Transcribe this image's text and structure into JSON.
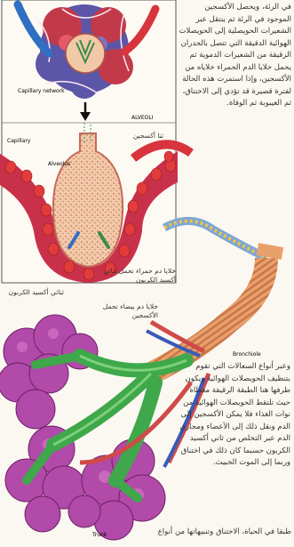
{
  "labels": {
    "capillary_network": "Capillary network",
    "alveoli_heading": "ALVEOLI",
    "capillary": "Capillary",
    "alveolus": "Alveolus",
    "bronchiole": "Bronchiole",
    "trunk": "Trunk",
    "oxygen": "ثنا أكسجين",
    "red_cells": "خلايا دم حمراء تحمل ثنائي أكسيد الكربون",
    "co2_out": "ثنائي أكسيد الكربون",
    "white_cells": "خلايا دم بيضاء تحمل الأكسجين"
  },
  "paragraphs": [
    "في الرئة، ويحصل الأكسجين الموجود في الرئة ثم ينتقل عبر الشعيرات الحويصلية إلى الحويصلات الهوائية الدقيقة التي تتصل بالجدران الرقيقة من الشعيرات الدموية ثم يحمل خلايا الدم الحمراء خلاياه من الأكسجين، وإذا استمرت هذه الحالة لفترة قصيرة قد تؤدي إلى الاختناق، ثم الغيبوبة ثم الوفاة.",
    "وعبر أنواع السعالات التي تقوم بتنظيف الحويصلات الهوائية ويكون طرفها هنا الطبقة الرقيقة مغطاة حيث تلتقط الحويصلات الهوائية من نوات الغذاء فلا يمكن الأكسجين إلى الدم ونقل ذلك إلى الأعضاء ومجاري الدم عبر التخلص من ثاني أكسيد الكربون حسبما كان ذلك في اختناق وربما إلى الموت الخبيث.",
    "طبقا في الحياة، الاختناق وتنبيهاتها من أنواع"
  ]
}
